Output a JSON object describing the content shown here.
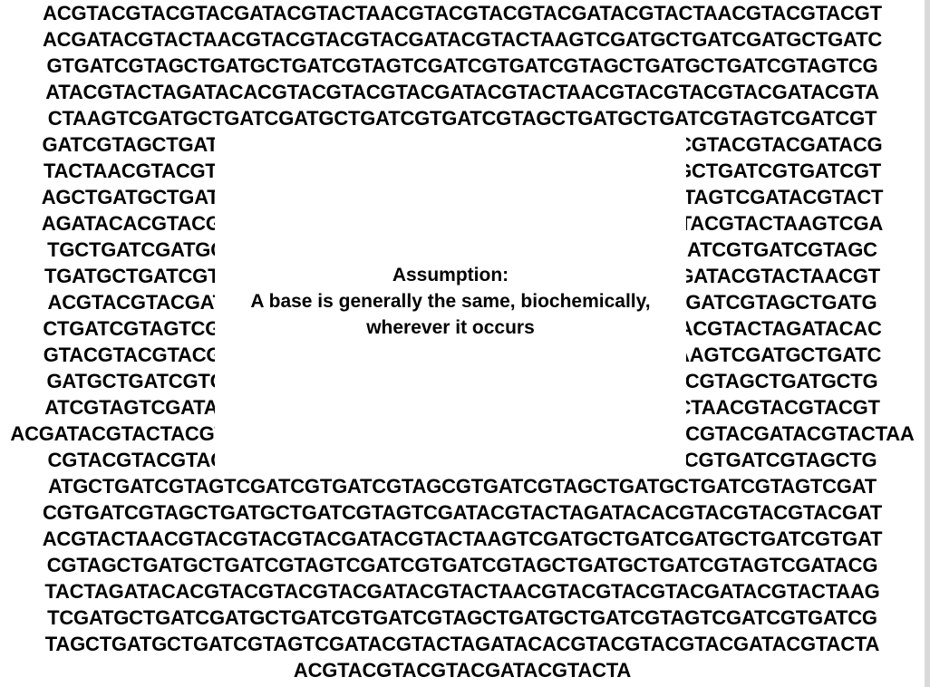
{
  "sequence_lines": [
    "ACGTACGTACGTACGATACGTACTAACGTACGTACGTACGATACGTACTAACGTACGTACGT",
    "ACGATACGTACTAACGTACGTACGTACGATACGTACTAAGTCGATGCTGATCGATGCTGATC",
    "GTGATCGTAGCTGATGCTGATCGTAGTCGATCGTGATCGTAGCTGATGCTGATCGTAGTCG",
    "ATACGTACTAGATACACGTACGTACGTACGATACGTACTAACGTACGTACGTACGATACGTA",
    "CTAAGTCGATGCTGATCGATGCTGATCGTGATCGTAGCTGATGCTGATCGTAGTCGATCGT",
    "GATCGTAGCTGATGCTGATCGTAGTCGATACGTACTAGATACACGTACGTACGTACGATACG",
    "TACTAACGTACGTACGTACGATACGTACTAAGTCGATGCTGATCGATGCTGATCGTGATCGT",
    "AGCTGATGCTGATCGTAGTCGATCGTGATCGTAGCTGATGCTGATCGTAGTCGATACGTACT",
    "AGATACACGTACGTACGTACGATACGTACTAACGTACGTACGTACGATACGTACTAAGTCGA",
    "TGCTGATCGATGCTGATCGTGATCGTAGCTGATGCTGATCGTAGTCGATCGTGATCGTAGC",
    "TGATGCTGATCGTAGTCGATACGTACTAGATACACGTACGTACGTACGATACGTACTAACGT",
    "ACGTACGTACGATACGTACTAAGTCGATGCTGATCGATGCTGATCGTGATCGTAGCTGATG",
    "CTGATCGTAGTCGATCGTGATCGTAGCTGATGCTGATCGTAGTCGATACGTACTAGATACAC",
    "GTACGTACGTACGATACGTACTAACGTACGTACGTACGATACGTACTAAGTCGATGCTGATC",
    "GATGCTGATCGTGATCGTAGCTGATGCTGATCGTAGTCGATCGTGATCGTAGCTGATGCTG",
    "ATCGTAGTCGATACGTACTAGATACACGTACGTACGTACGATACGTACTAACGTACGTACGT",
    "ACGATACGTACTACGTACGTACGTACGATACGTACTAAGTCGATGCTGATCGTACGATACGTACTAA",
    "CGTACGTACGTACGATACGTACTAAGTCGATGCTGATCGATGCTGATCGTGATCGTAGCTG",
    "ATGCTGATCGTAGTCGATCGTGATCGTAGCGTGATCGTAGCTGATGCTGATCGTAGTCGAT",
    "CGTGATCGTAGCTGATGCTGATCGTAGTCGATACGTACTAGATACACGTACGTACGTACGAT",
    "ACGTACTAACGTACGTACGTACGATACGTACTAAGTCGATGCTGATCGATGCTGATCGTGAT",
    "CGTAGCTGATGCTGATCGTAGTCGATCGTGATCGTAGCTGATGCTGATCGTAGTCGATACG",
    "TACTAGATACACGTACGTACGTACGATACGTACTAACGTACGTACGTACGATACGTACTAAG",
    "TCGATGCTGATCGATGCTGATCGTGATCGTAGCTGATGCTGATCGTAGTCGATCGTGATCG",
    "TAGCTGATGCTGATCGTAGTCGATACGTACTAGATACACGTACGTACGTACGATACGTACTA",
    "ACGTACGTACGTACGATACGTACTA"
  ],
  "assumption": {
    "heading": "Assumption:",
    "line1": "A base is generally the same, biochemically,",
    "line2": "wherever it occurs"
  }
}
